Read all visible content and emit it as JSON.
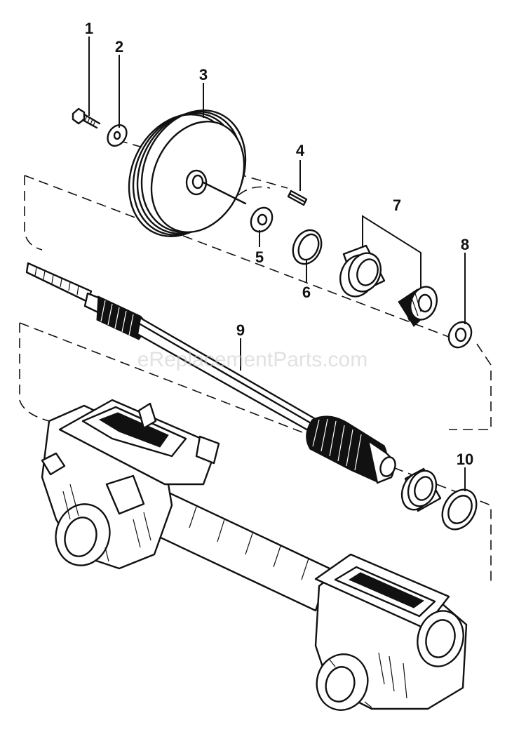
{
  "callouts": [
    "1",
    "2",
    "3",
    "4",
    "5",
    "6",
    "7",
    "8",
    "9",
    "10"
  ],
  "watermark": "eReplacementParts.com"
}
